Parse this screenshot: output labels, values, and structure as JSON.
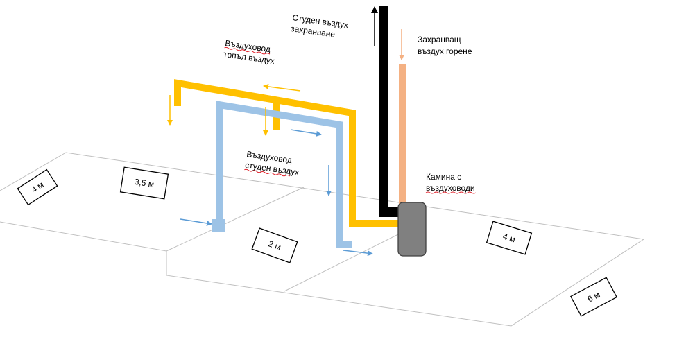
{
  "colors": {
    "warm_duct": "#FFC000",
    "cold_duct": "#9DC3E6",
    "cold_arrow": "#5B9BD5",
    "chimney": "#000000",
    "combustion_duct": "#F4B183",
    "fireplace": "#808080",
    "floor_line": "#BFBFBF"
  },
  "labels": {
    "cold_supply_line1": "Студен въздух",
    "cold_supply_line2": "захранване",
    "combustion_line1": "Захранващ",
    "combustion_line2": "въздух горене",
    "warm_duct_line1": "Въздуховод",
    "warm_duct_line2": "топъл въздух",
    "cold_duct_line1": "Въздуховод",
    "cold_duct_line2": "студен въздух",
    "fireplace_line1": "Камина с",
    "fireplace_line2": "въздуховоди"
  },
  "rooms": {
    "room_left": "4 м",
    "room_middle_top": "3,5 м",
    "room_center": "2 м",
    "room_right": "4 м",
    "room_far_right": "6 м"
  }
}
